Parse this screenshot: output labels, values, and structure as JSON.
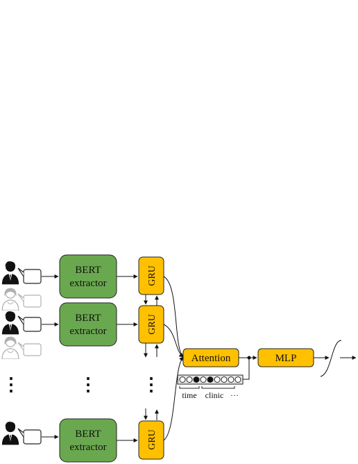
{
  "colors": {
    "bert_fill": "#6aa84f",
    "gru_fill": "#ffc000",
    "box_fill": "#ffc000",
    "stroke": "#222222",
    "faded": "#b0b0b0"
  },
  "icons": {
    "speaker": "person-icon",
    "speech": "speech-bubble-icon"
  },
  "bert": {
    "line1": "BERT",
    "line2": "extractor"
  },
  "gru": {
    "label": "GRU"
  },
  "attention": {
    "label": "Attention"
  },
  "mlp": {
    "label": "MLP"
  },
  "features": {
    "time_label": "time",
    "clinic_label": "clinic",
    "more_label": "···"
  },
  "ellipsis": "⋮"
}
